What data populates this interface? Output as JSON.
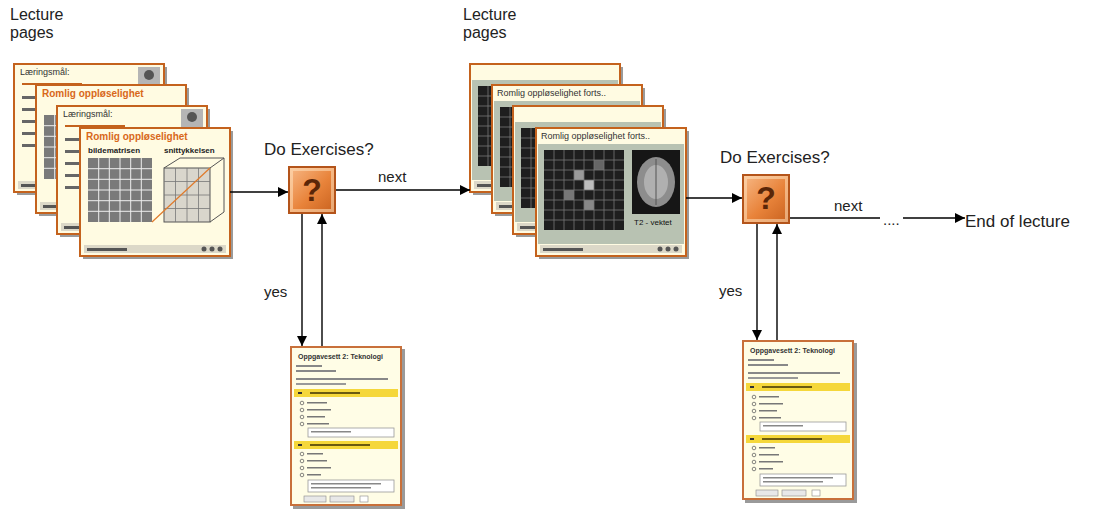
{
  "diagram": {
    "nodes": [
      {
        "text": [
          "Lecture pages"
        ]
      },
      {
        "text": [
          "Do Exercises?",
          "?"
        ]
      },
      {
        "text": [
          "Oppgavesett 2: Teknologi"
        ]
      },
      {
        "text": [
          "Lecture pages"
        ]
      },
      {
        "text": [
          "Do Exercises?",
          "?"
        ]
      },
      {
        "text": [
          "Oppgavesett 2: Teknologi"
        ]
      },
      {
        "text": [
          "End of lecture"
        ]
      }
    ],
    "edges": [
      {
        "from": 0,
        "to": 1,
        "arrow": "to"
      },
      {
        "from": 1,
        "to": 3,
        "label": "next",
        "arrow": "to"
      },
      {
        "from": 1,
        "to": 2,
        "label": "yes",
        "arrow": "to"
      },
      {
        "from": 2,
        "to": 1,
        "arrow": "to"
      },
      {
        "from": 3,
        "to": 4,
        "arrow": "to"
      },
      {
        "from": 4,
        "to": 6,
        "label": "next",
        "arrow": "to"
      },
      {
        "from": 4,
        "to": 5,
        "label": "yes",
        "arrow": "to"
      },
      {
        "from": 5,
        "to": 4,
        "arrow": "to"
      }
    ],
    "labels": [
      "Læringsmål:",
      "Romlig oppløselighet",
      "Læringsmål:",
      "Romlig oppløselighet",
      "bildematrisen",
      "snittykkelsen",
      "Romlig oppløselighet forts..",
      "Romlig oppløselighet forts..",
      "T2 - vektet",
      "...."
    ]
  }
}
